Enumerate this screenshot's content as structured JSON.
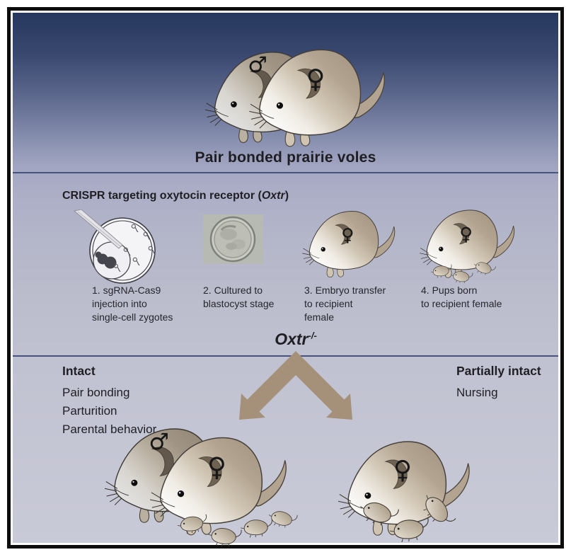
{
  "top": {
    "title": "Pair bonded prairie voles"
  },
  "crispr": {
    "heading_prefix": "CRISPR targeting oxytocin receptor (",
    "gene": "Oxtr",
    "heading_suffix": ")",
    "steps": [
      {
        "lines": [
          "1. sgRNA-Cas9",
          "injection into",
          "single-cell zygotes"
        ]
      },
      {
        "lines": [
          "2. Cultured to",
          "blastocyst stage"
        ]
      },
      {
        "lines": [
          "3. Embryo transfer",
          "to recipient",
          "female"
        ]
      },
      {
        "lines": [
          "4. Pups born",
          "to recipient female"
        ]
      }
    ]
  },
  "knockout": {
    "gene": "Oxtr",
    "superscript": "-/-"
  },
  "outcomes": {
    "left": {
      "heading": "Intact",
      "items": [
        "Pair bonding",
        "Parturition",
        "Parental behavior"
      ]
    },
    "right": {
      "heading": "Partially intact",
      "items": [
        "Nursing"
      ]
    }
  },
  "symbols": {
    "male": "♂",
    "female": "♀"
  },
  "colors": {
    "gradient_top": "#26385e",
    "gradient_bottom": "#c9cad8",
    "arrow": "#a59079",
    "divider": "#49547e",
    "text": "#1e1e23"
  }
}
